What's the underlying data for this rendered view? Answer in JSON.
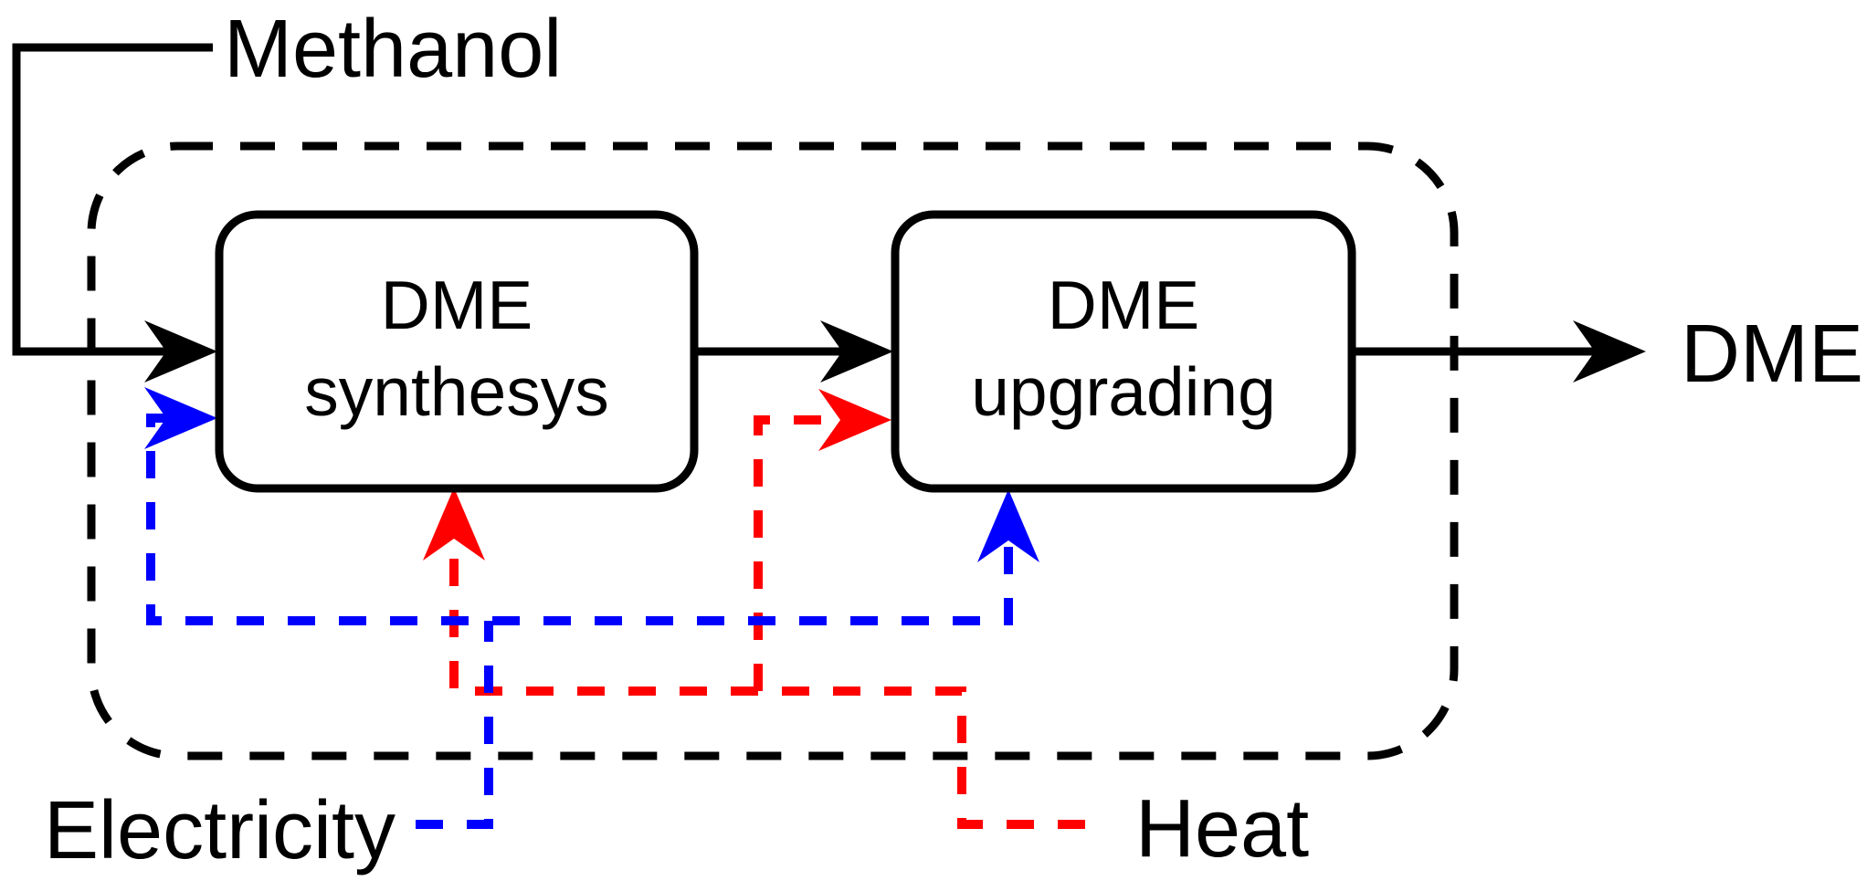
{
  "diagram": {
    "title_hint": "DME production process flow diagram",
    "inputs": {
      "methanol_label": "Methanol",
      "electricity_label": "Electricity",
      "heat_label": "Heat"
    },
    "output": {
      "dme_label": "DME"
    },
    "process_boxes": {
      "synthesis": {
        "line1": "DME",
        "line2": "synthesys"
      },
      "upgrading": {
        "line1": "DME",
        "line2": "upgrading"
      }
    },
    "colors": {
      "material": "#000000",
      "boundary": "#000000",
      "electricity": "#0000ff",
      "heat": "#ff0000",
      "box_fill": "#ffffff"
    }
  }
}
